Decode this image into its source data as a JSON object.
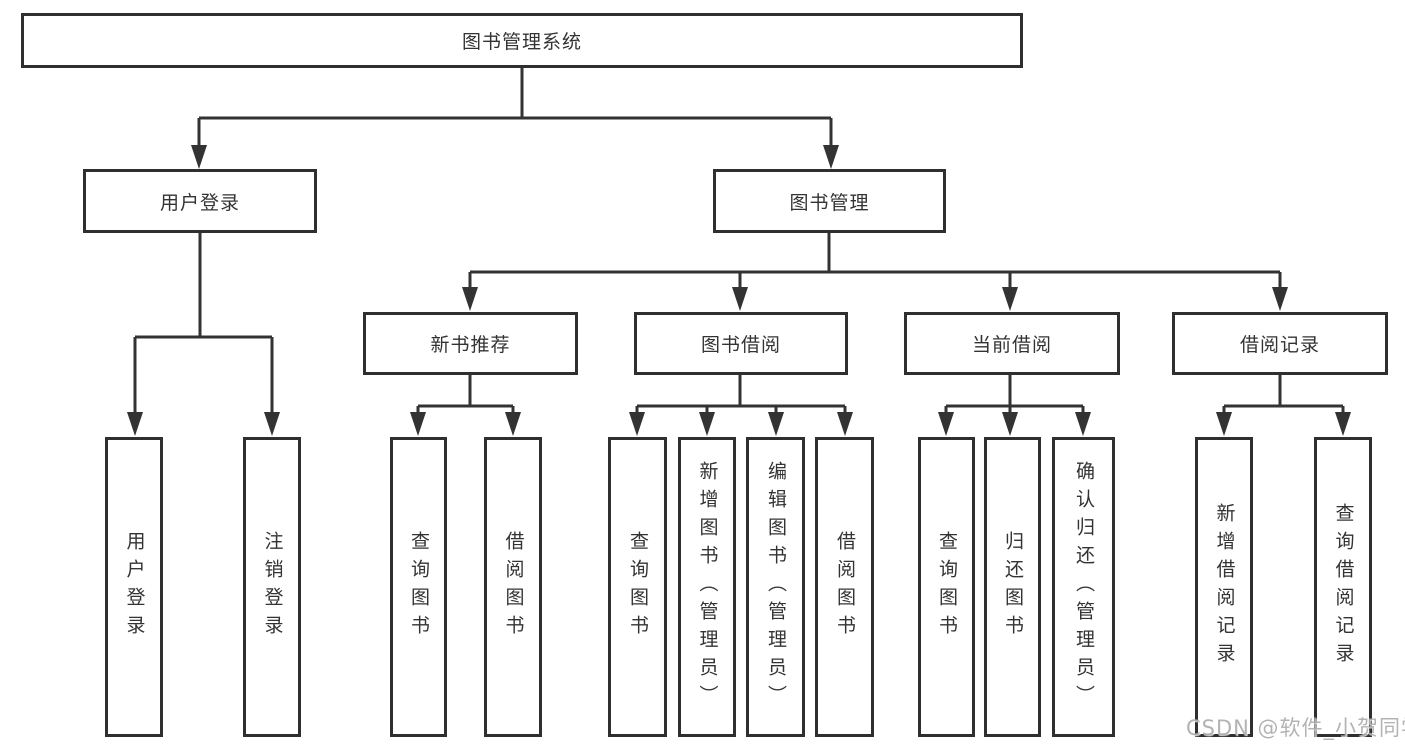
{
  "diagram": {
    "title": "图书管理系统",
    "branches": [
      {
        "label": "用户登录",
        "children": [
          {
            "label": "用户登录"
          },
          {
            "label": "注销登录"
          }
        ]
      },
      {
        "label": "图书管理",
        "children": [
          {
            "label": "新书推荐",
            "children": [
              {
                "label": "查询图书"
              },
              {
                "label": "借阅图书"
              }
            ]
          },
          {
            "label": "图书借阅",
            "children": [
              {
                "label": "查询图书"
              },
              {
                "label": "新增图书（管理员）"
              },
              {
                "label": "编辑图书（管理员）"
              },
              {
                "label": "借阅图书"
              }
            ]
          },
          {
            "label": "当前借阅",
            "children": [
              {
                "label": "查询图书"
              },
              {
                "label": "归还图书"
              },
              {
                "label": "确认归还（管理员）"
              }
            ]
          },
          {
            "label": "借阅记录",
            "children": [
              {
                "label": "新增借阅记录"
              },
              {
                "label": "查询借阅记录"
              }
            ]
          }
        ]
      }
    ]
  },
  "watermark": {
    "text": "CSDN @软件_小贺同学"
  },
  "colors": {
    "background": "#ffffff",
    "box_border": "#2f2f2f",
    "line": "#333333",
    "text": "#333333",
    "watermark": "#adadad"
  }
}
